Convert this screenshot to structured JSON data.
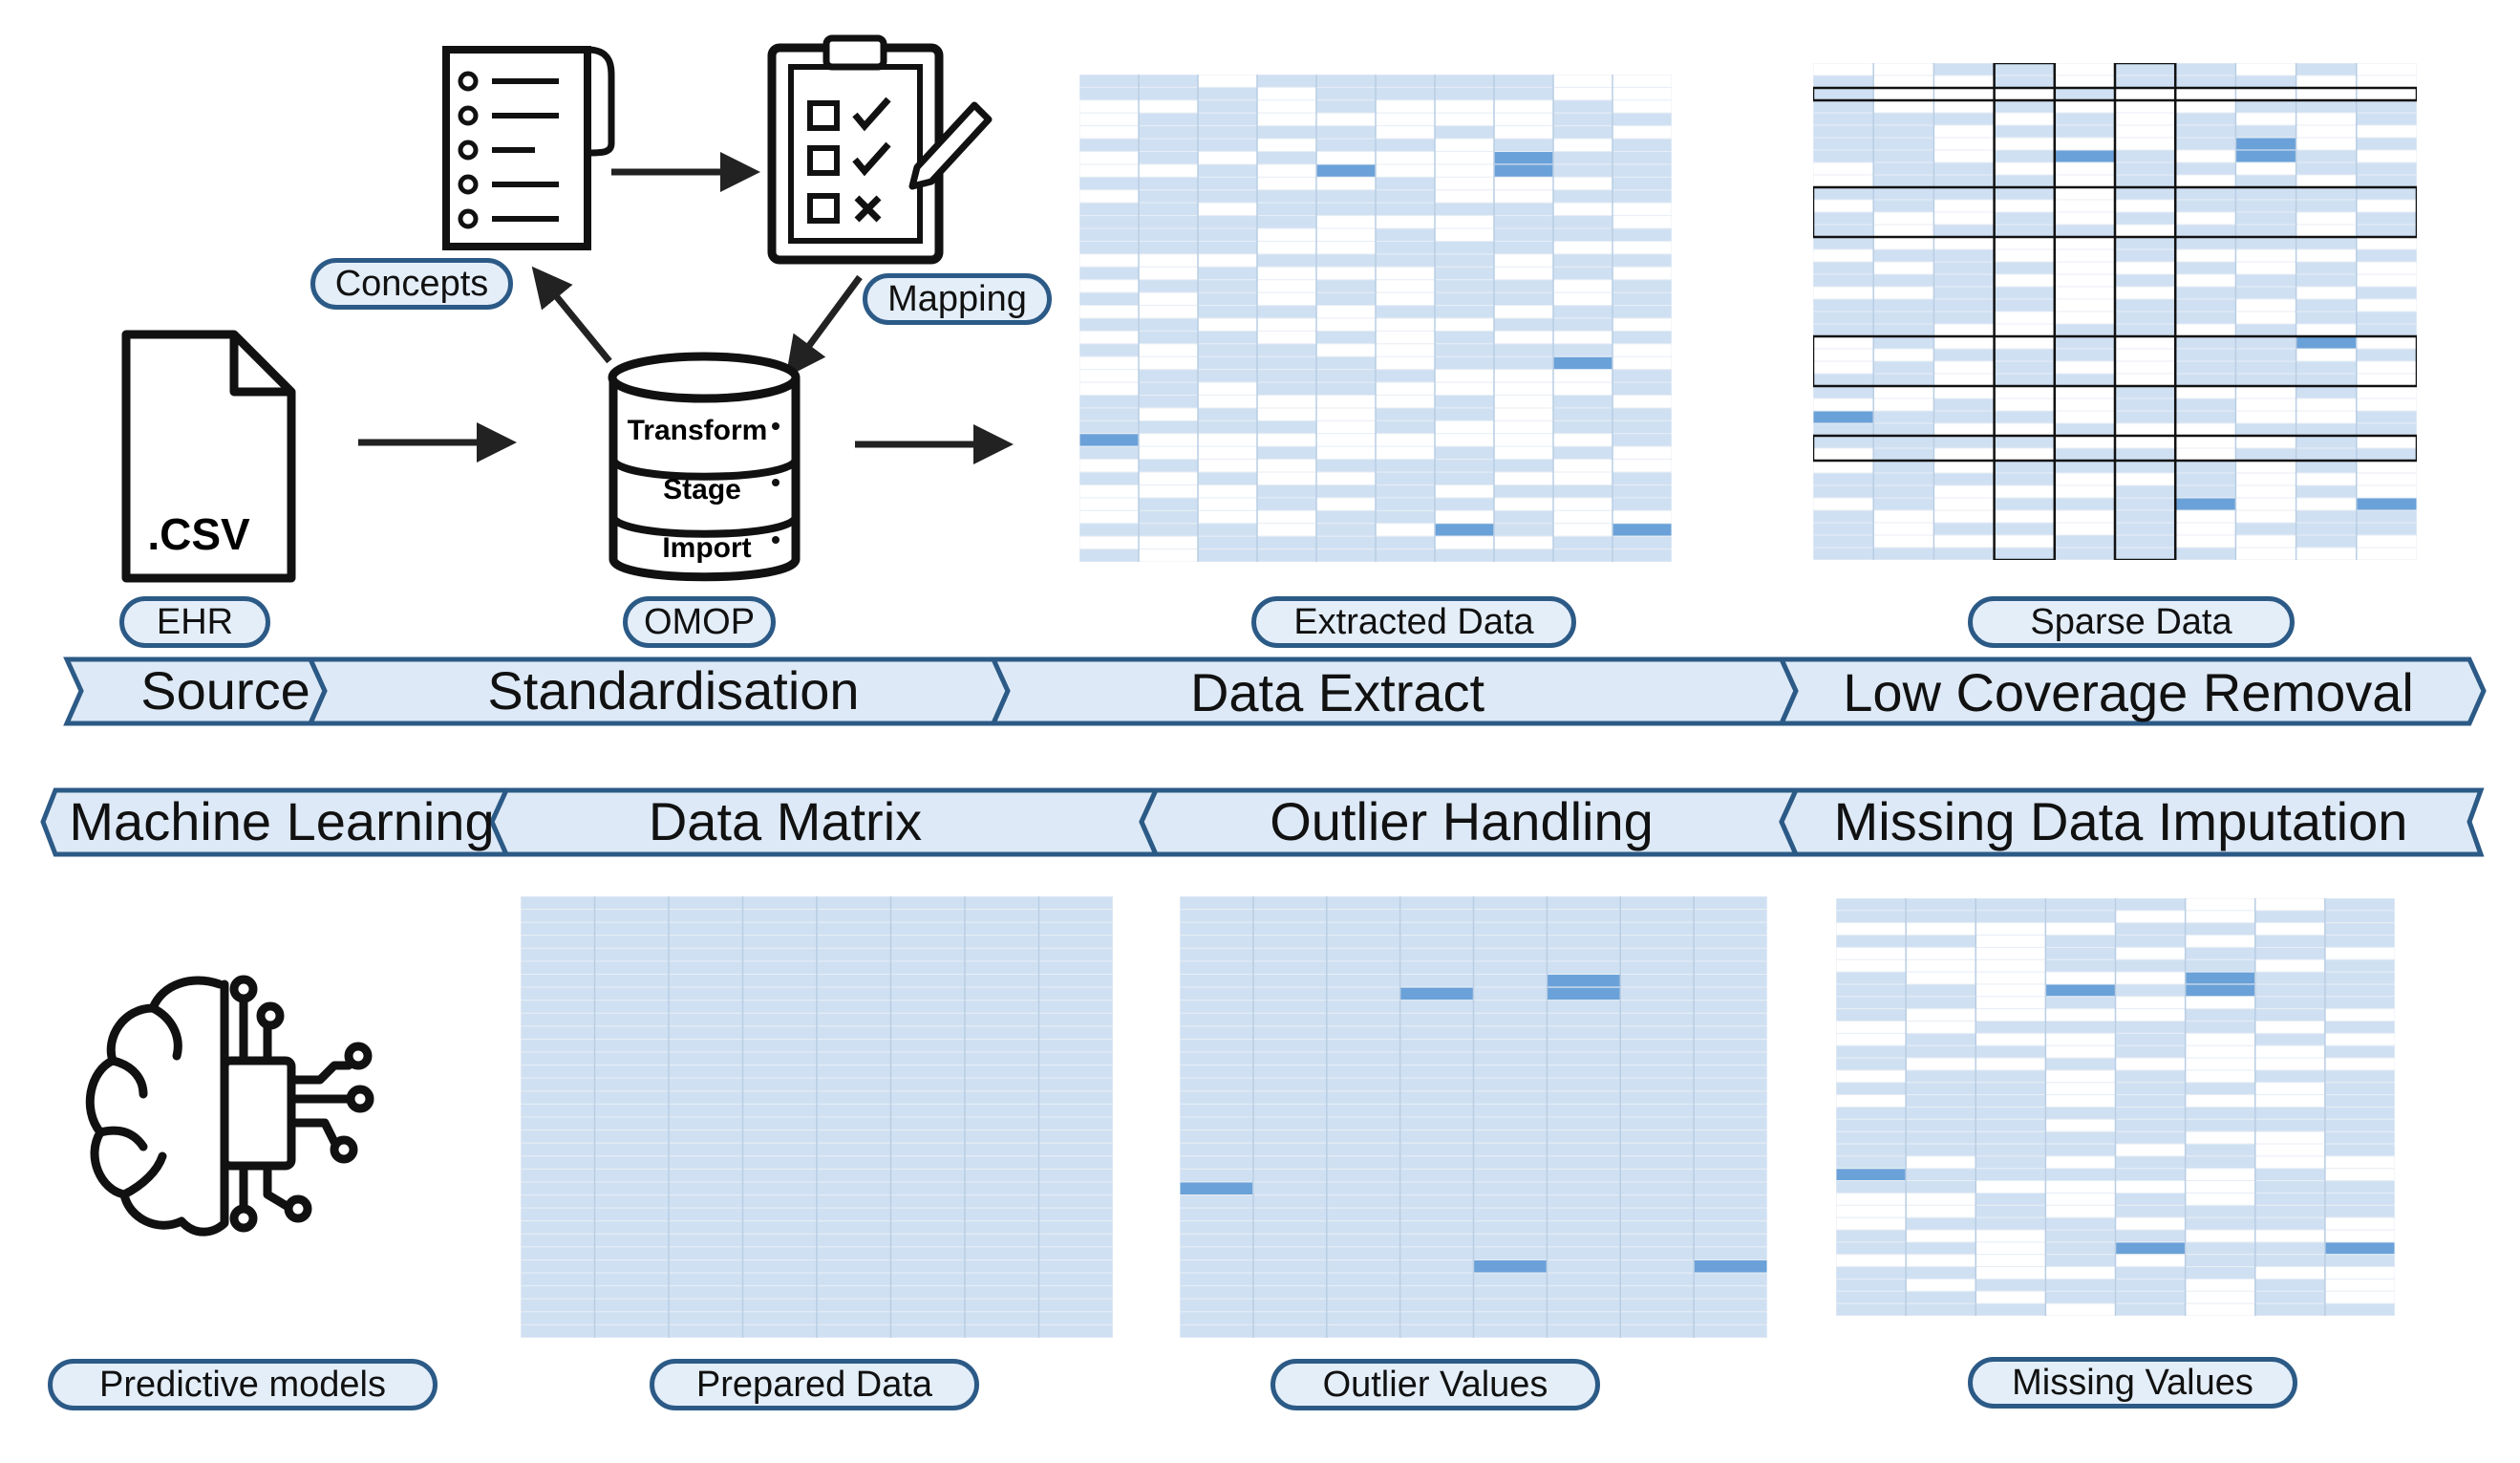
{
  "source": {
    "file_ext": ".CSV",
    "label": "EHR"
  },
  "standardisation": {
    "concepts_label": "Concepts",
    "mapping_label": "Mapping",
    "db_layers": [
      "Transform",
      "Stage",
      "Import"
    ],
    "db_label": "OMOP"
  },
  "extract": {
    "label": "Extracted Data"
  },
  "sparse": {
    "label": "Sparse Data"
  },
  "top_stages": [
    "Source",
    "Standardisation",
    "Data Extract",
    "Low Coverage Removal"
  ],
  "bottom_stages": [
    "Machine Learning",
    "Data Matrix",
    "Outlier Handling",
    "Missing Data Imputation"
  ],
  "bottom_labels": {
    "predictive": "Predictive models",
    "prepared": "Prepared Data",
    "outlier": "Outlier Values",
    "missing": "Missing Values"
  },
  "colors": {
    "banner_fill": "#dde9f6",
    "banner_stroke": "#2c5a86",
    "cell_light": "#cfe0f2",
    "cell_dark": "#6aa1d8",
    "cell_white": "#ffffff"
  }
}
